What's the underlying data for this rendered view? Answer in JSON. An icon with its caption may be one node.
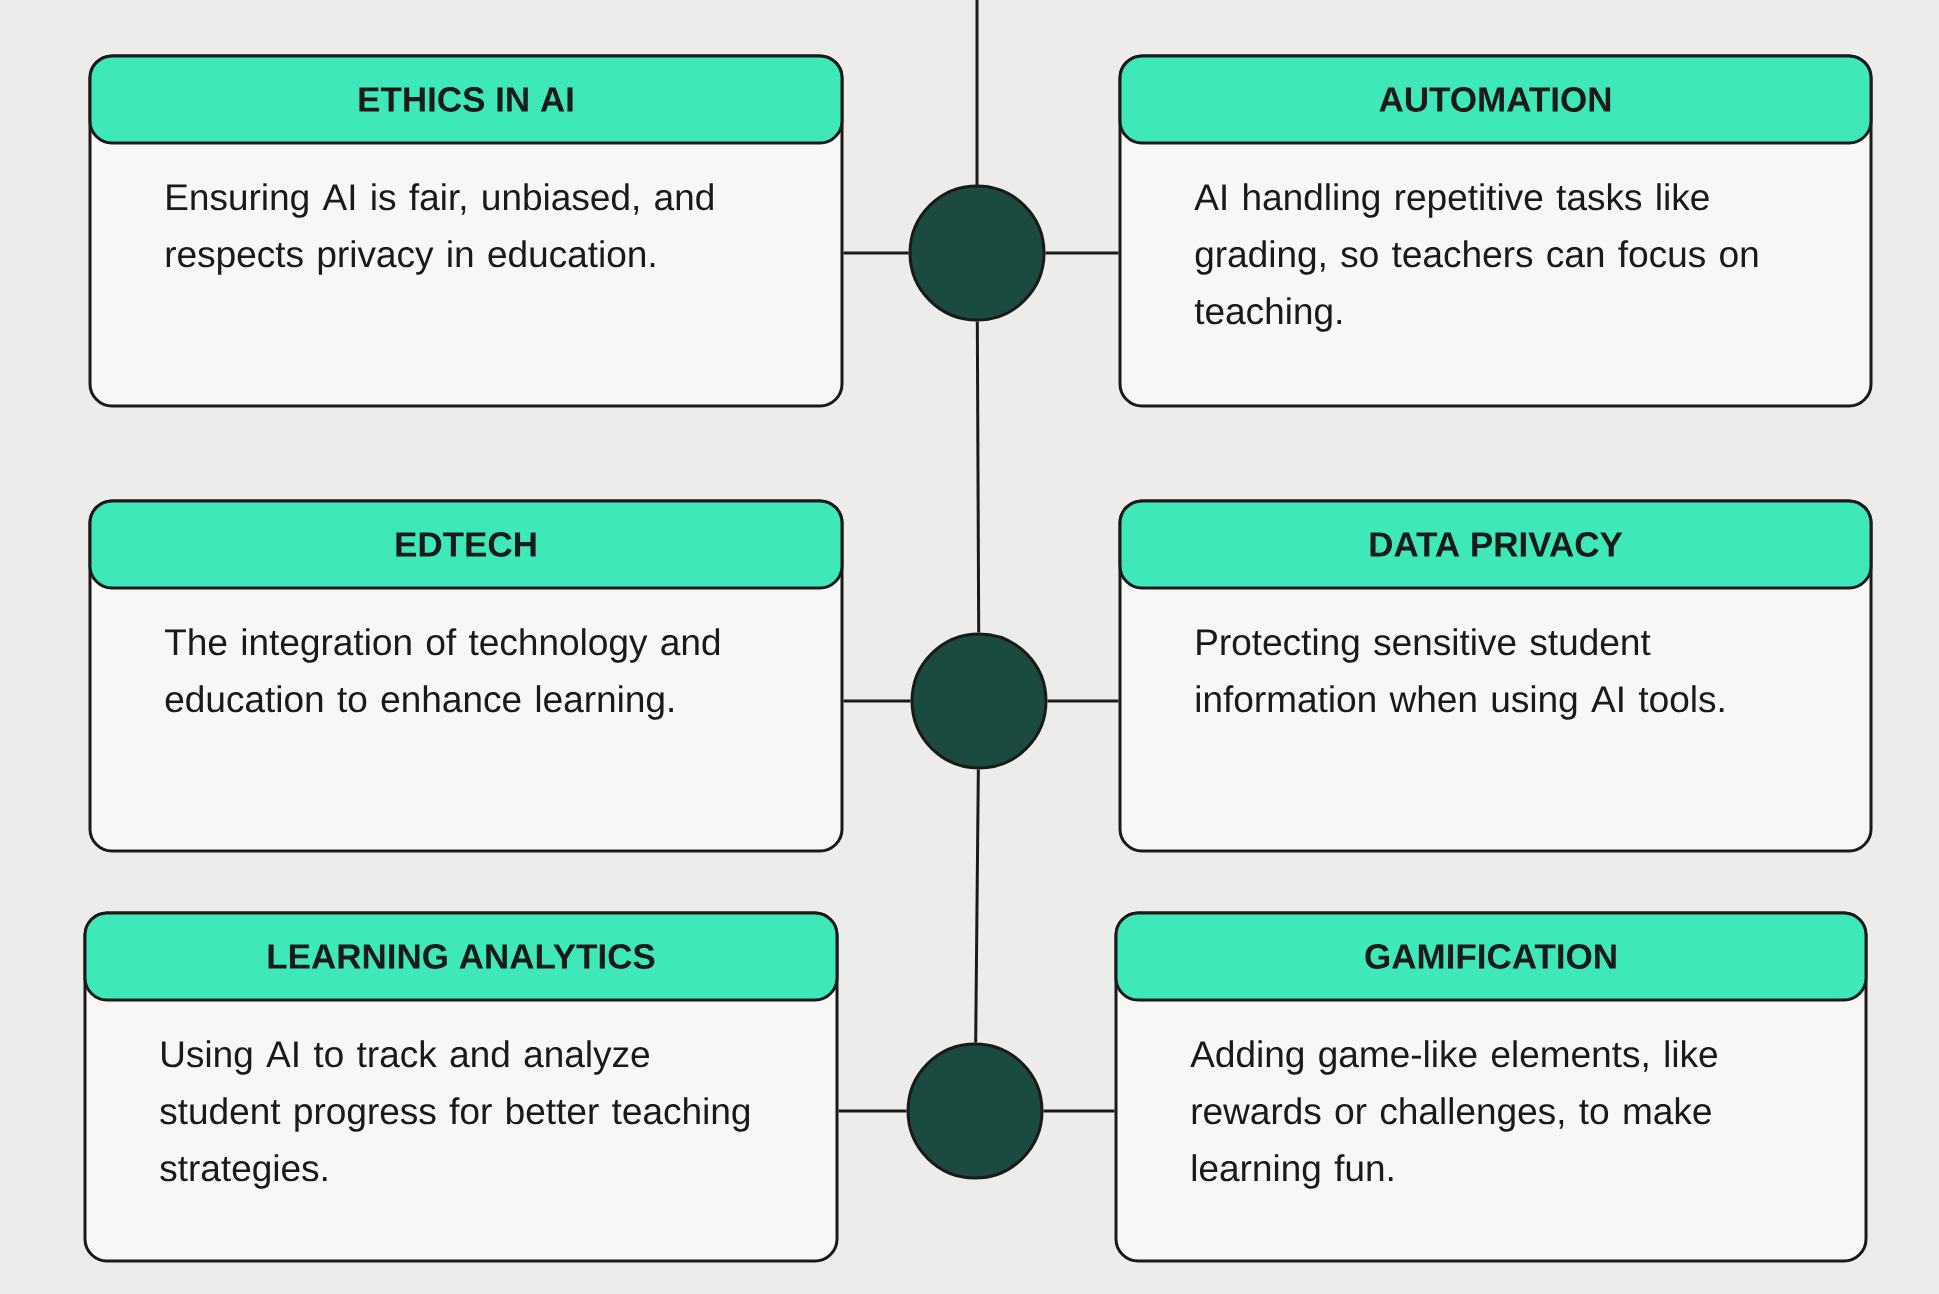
{
  "diagram": {
    "nodes": [
      {
        "text": [
          "ETHICS IN AI",
          "Ensuring AI is fair, unbiased, and respects privacy in education."
        ]
      },
      {
        "text": [],
        "shape": "circle"
      },
      {
        "text": [
          "AUTOMATION",
          "AI handling repetitive tasks like grading, so teachers can focus on teaching."
        ]
      },
      {
        "text": [
          "EDTECH",
          "The integration of technology and education to enhance learning."
        ]
      },
      {
        "text": [],
        "shape": "circle"
      },
      {
        "text": [
          "DATA PRIVACY",
          "Protecting sensitive student information when using AI tools."
        ]
      },
      {
        "text": [
          "LEARNING ANALYTICS",
          "Using AI to track and analyze student progress for better teaching strategies."
        ]
      },
      {
        "text": [],
        "shape": "circle"
      },
      {
        "text": [
          "GAMIFICATION",
          "Adding game-like elements, like rewards or challenges, to make learning fun."
        ]
      }
    ],
    "edges": [
      {
        "from": 1,
        "to": 0,
        "arrow": "none"
      },
      {
        "from": 1,
        "to": 2,
        "arrow": "none"
      },
      {
        "from": 1,
        "to": 4,
        "arrow": "none"
      },
      {
        "from": 4,
        "to": 3,
        "arrow": "none"
      },
      {
        "from": 4,
        "to": 5,
        "arrow": "none"
      },
      {
        "from": 4,
        "to": 7,
        "arrow": "none"
      },
      {
        "from": 7,
        "to": 6,
        "arrow": "none"
      },
      {
        "from": 7,
        "to": 8,
        "arrow": "none"
      }
    ]
  }
}
